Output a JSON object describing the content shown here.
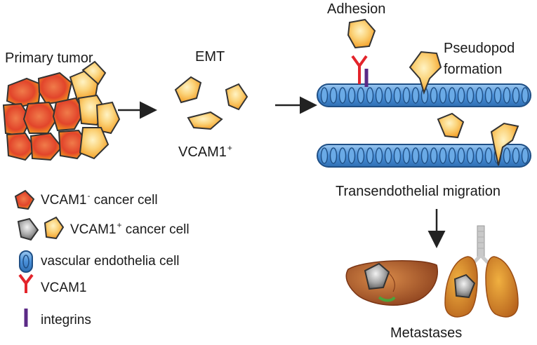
{
  "labels": {
    "primary_tumor": "Primary tumor",
    "emt": "EMT",
    "vcam1_pos_prefix": "VCAM1",
    "vcam1_pos_sup": "+",
    "adhesion": "Adhesion",
    "pseudopod_line1": "Pseudopod",
    "pseudopod_line2": "formation",
    "transendothelial": "Transendothelial migration",
    "metastases": "Metastases"
  },
  "legend": {
    "neg_cell_prefix": "VCAM1",
    "neg_cell_sup": "-",
    "neg_cell_suffix": " cancer cell",
    "pos_cell_prefix": "VCAM1",
    "pos_cell_sup": "+",
    "pos_cell_suffix": " cancer cell",
    "endothelial": "vascular endothelia cell",
    "vcam1": "VCAM1",
    "integrins": "integrins"
  },
  "colors": {
    "cell_orange": "#f5a623",
    "cell_orange_light": "#fbd37a",
    "cell_red_core": "#e2452b",
    "cell_outline": "#333333",
    "endothelial_fill": "#4a90d9",
    "endothelial_light": "#9cc8f0",
    "vcam1_red": "#e3242b",
    "integrin_purple": "#5b2a86",
    "liver_brown": "#a0522d",
    "lung_orange": "#d98b2b",
    "arrow": "#222222"
  }
}
